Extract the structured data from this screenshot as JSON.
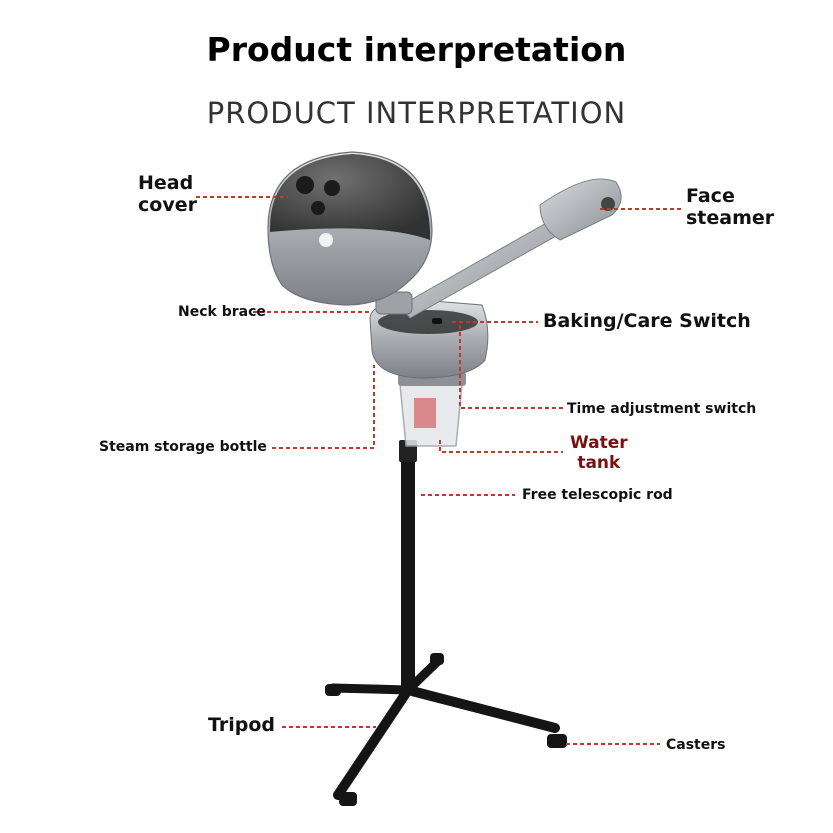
{
  "title": "Product interpretation",
  "subtitle": "PRODUCT INTERPRETATION",
  "labels": {
    "head_cover": [
      "Head",
      "cover"
    ],
    "face_steamer": [
      "Face",
      "steamer"
    ],
    "neck_brace": "Neck brace",
    "baking_care_switch": "Baking/Care Switch",
    "time_adjustment_switch": "Time adjustment switch",
    "steam_storage_bottle": "Steam storage bottle",
    "water_tank": [
      "Water",
      "tank"
    ],
    "free_telescopic_rod": "Free telescopic rod",
    "tripod": "Tripod",
    "casters": "Casters"
  },
  "colors": {
    "leader_line": "#c0392b",
    "dome": "#3a3a3a",
    "silver": "#b8bcc0",
    "rod": "#151515"
  }
}
